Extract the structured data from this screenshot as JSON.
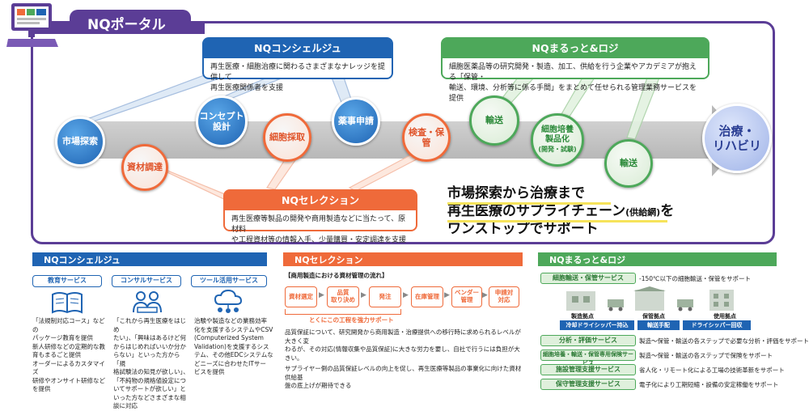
{
  "portal": {
    "title": "NQポータル"
  },
  "colors": {
    "purple": "#5b3d96",
    "blue": "#1f64b3",
    "orange": "#ef6a3a",
    "green": "#4da85a"
  },
  "top": {
    "concierge": {
      "title": "NQコンシェルジュ",
      "body1": "再生医療・細胞治療に関わるさまざまなナレッジを提供して",
      "body2": "再生医療関係者を支援"
    },
    "logistics": {
      "title": "NQまるっと&ロジ",
      "body1": "細胞医薬品等の研究開発・製造、加工、供給を行う企業やアカデミアが抱える「保管・",
      "body2": "輸送、環境、分析等に係る手間」をまとめて任せられる管理業務サービスを提供"
    },
    "selection": {
      "title": "NQセレクション",
      "body1": "再生医療等製品の開発や商用製造などに当たって、原材料",
      "body2": "や工程資材等の情報入手、少量購買・安定調達を支援"
    },
    "nodes": {
      "market": "市場探索",
      "materials": "資材調達",
      "concept1": "コンセプト",
      "concept2": "設計",
      "cell": "細胞採取",
      "regulatory": "薬事申請",
      "inspection": "検査・保管",
      "transport1": "輸送",
      "culture1": "細胞培養",
      "culture2": "製品化",
      "culture3": "(開発・試験)",
      "transport2": "輸送",
      "goal1": "治療・",
      "goal2": "リハビリ"
    },
    "headline": {
      "l1": "市場探索から治療まで",
      "l2a": "再生医療のサプライチェーン",
      "l2b": "(供給網)",
      "l2c": "を",
      "l3": "ワンストップでサポート"
    }
  },
  "bottom": {
    "concierge": {
      "title": "NQコンシェルジュ",
      "pills": [
        "教育サービス",
        "コンサルサービス",
        "ツール活用サービス"
      ],
      "edu1": "「法規制対応コース」などの",
      "edu2": "パッケージ教育を提供",
      "edu3": "新人研修などの定期的な教",
      "edu4": "育もまるごと提供",
      "edu5": "オーダーによるカスタマイズ",
      "edu6": "研修やオンサイト研修など",
      "edu7": "を提供",
      "con1": "「これから再生医療をはじめ",
      "con2": "たい」、「興味はあるけど何",
      "con3": "からはじめればいいか分か",
      "con4": "らない」といった方から「規",
      "con5": "格試験法の知見が欲しい」、",
      "con6": "「不純物の規格値設定につ",
      "con7": "いてサポートが欲しい」と",
      "con8": "いった方などさまざまな相",
      "con9": "談に対応",
      "tool1": "治験や製造などの業務効率",
      "tool2": "化を支援するシステムやCSV",
      "tool3": "(Computerized System",
      "tool4": "Validation)を支援するシス",
      "tool5": "テム、その他EDCシステムな",
      "tool6": "どニーズに合わせたITサー",
      "tool7": "ビスを提供"
    },
    "selection": {
      "title": "NQセレクション",
      "flowtitle": "【商用製造における資材管理の流れ】",
      "flow": [
        {
          "a": "資材選定",
          "b": ""
        },
        {
          "a": "品質",
          "b": "取り決め"
        },
        {
          "a": "発注",
          "b": ""
        },
        {
          "a": "在庫管理",
          "b": ""
        },
        {
          "a": "ベンダー",
          "b": "管理"
        },
        {
          "a": "申請対",
          "b": "対応"
        }
      ],
      "bracket": "とくにこの工程を強力サポート",
      "b1": "品質保証について、研究開発から商用製造・治療提供への移行時に求められるレベルが大きく変",
      "b2": "わるが、その対応(情報収集や品質保証)に大きな労力を要し、自社で行うには負担が大きい。",
      "b3": "サプライヤー側の品質保証レベルの向上を促し、再生医療等製品の事業化に向けた資材供給基",
      "b4": "盤の底上げが期待できる"
    },
    "logistics": {
      "title": "NQまるっと&ロジ",
      "row1": {
        "label": "細胞輸送・保管サービス",
        "desc": "-150℃以下の細胞輸送・保管をサポート"
      },
      "map": {
        "site1": "製造拠点",
        "site2": "保管拠点",
        "site3": "使用拠点",
        "tag1": "冷却ドライシッパー持込",
        "tag2": "輸送手配",
        "tag3": "ドライシッパー回収"
      },
      "rows": [
        {
          "label": "分析・評価サービス",
          "desc": "製造〜保管・輸送の各ステップで必要な分析・評価をサポート"
        },
        {
          "label": "細胞培養・輸送・保管専用保険サービス",
          "desc": "製造〜保管・輸送の各ステップで保険をサポート"
        },
        {
          "label": "施設管理支援サービス",
          "desc": "省人化・リモート化による工場の技術革新をサポート"
        },
        {
          "label": "保守管理支援サービス",
          "desc": "電子化により工期短縮・設備の安定稼働をサポート"
        }
      ]
    }
  }
}
